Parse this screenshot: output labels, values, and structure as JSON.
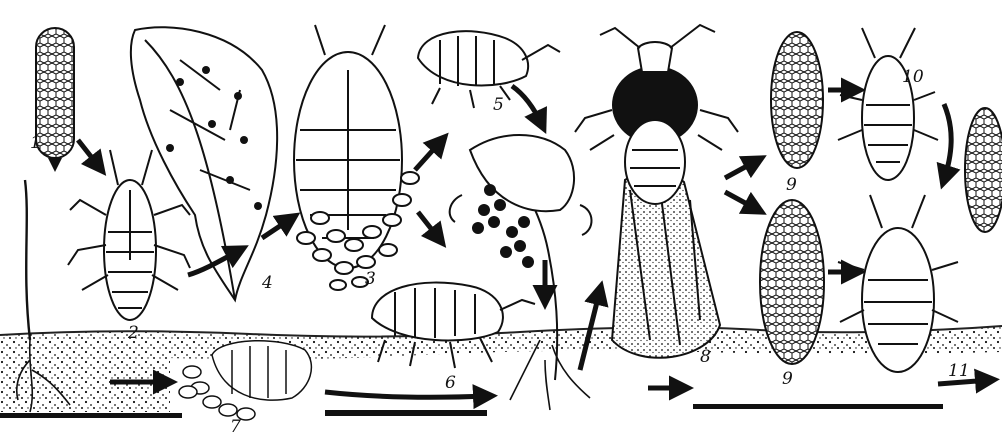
{
  "figure": {
    "stage_labels": [
      "1",
      "2",
      "3",
      "4",
      "5",
      "6",
      "7",
      "8",
      "9",
      "9",
      "10",
      "11"
    ],
    "ink_color": "#111111",
    "ground_color": "#222222",
    "background": "#ffffff"
  }
}
